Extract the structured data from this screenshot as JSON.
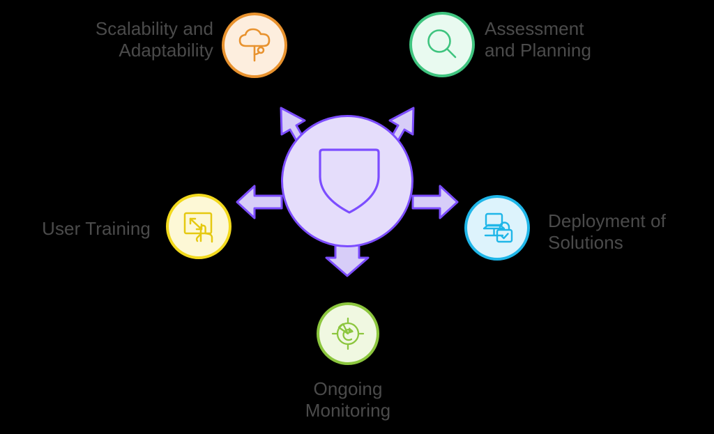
{
  "diagram": {
    "title_present": false,
    "background_color": "#000000",
    "center": {
      "name": "security-hub",
      "icon": "shield-icon",
      "fill_color": "#e5ddfb",
      "stroke_color": "#7c4dff",
      "label": ""
    },
    "arrow_color_fill": "#d7cdf8",
    "arrow_color_stroke": "#7c4dff",
    "label_color": "#4b4b4b",
    "nodes": [
      {
        "id": "scalability-adaptability",
        "label": "Scalability and\nAdaptability",
        "icon": "cloud-branch-icon",
        "ring_color": "#e8922e",
        "fill_color": "#fdeede",
        "label_align": "right",
        "direction": "up-left"
      },
      {
        "id": "assessment-planning",
        "label": "Assessment\nand Planning",
        "icon": "magnifier-icon",
        "ring_color": "#3fc47f",
        "fill_color": "#e9faf0",
        "label_align": "left",
        "direction": "up-right"
      },
      {
        "id": "deployment-of-solutions",
        "label": "Deployment of\nSolutions",
        "icon": "laptop-lock-icon",
        "ring_color": "#1fb6e8",
        "fill_color": "#ddf3fc",
        "label_align": "left",
        "direction": "right"
      },
      {
        "id": "ongoing-monitoring",
        "label": "Ongoing\nMonitoring",
        "icon": "radar-target-icon",
        "ring_color": "#8cc63e",
        "fill_color": "#f0f8e1",
        "label_align": "center",
        "direction": "down"
      },
      {
        "id": "user-training",
        "label": "User Training",
        "icon": "screen-resize-hand-icon",
        "ring_color": "#f2d91d",
        "fill_color": "#fdf8d6",
        "label_align": "right",
        "direction": "left"
      }
    ]
  }
}
